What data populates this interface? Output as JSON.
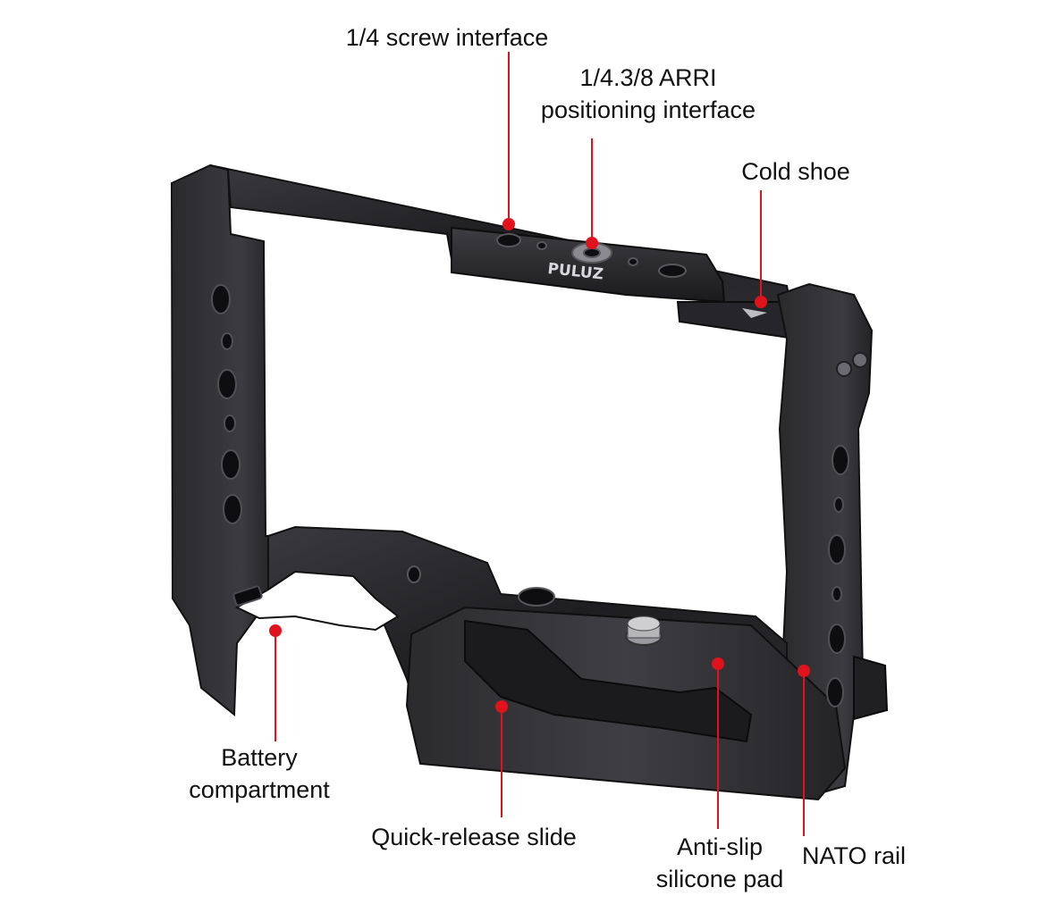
{
  "brand": {
    "logo_text": "PULUZ"
  },
  "colors": {
    "callout": "#e0121b",
    "metal_dark": "#1c1c1e",
    "metal_mid": "#2c2c2f",
    "metal_light": "#4a4a4e",
    "text": "#111111",
    "background": "#ffffff"
  },
  "callouts": [
    {
      "id": "screw",
      "lines": [
        "1/4 screw interface"
      ]
    },
    {
      "id": "arri",
      "lines": [
        "1/4.3/8 ARRI",
        "positioning interface"
      ]
    },
    {
      "id": "cold-shoe",
      "lines": [
        "Cold shoe"
      ]
    },
    {
      "id": "battery",
      "lines": [
        "Battery",
        "compartment"
      ]
    },
    {
      "id": "quick-release",
      "lines": [
        "Quick-release slide"
      ]
    },
    {
      "id": "anti-slip",
      "lines": [
        "Anti-slip",
        "silicone pad"
      ]
    },
    {
      "id": "nato",
      "lines": [
        "NATO rail"
      ]
    }
  ]
}
